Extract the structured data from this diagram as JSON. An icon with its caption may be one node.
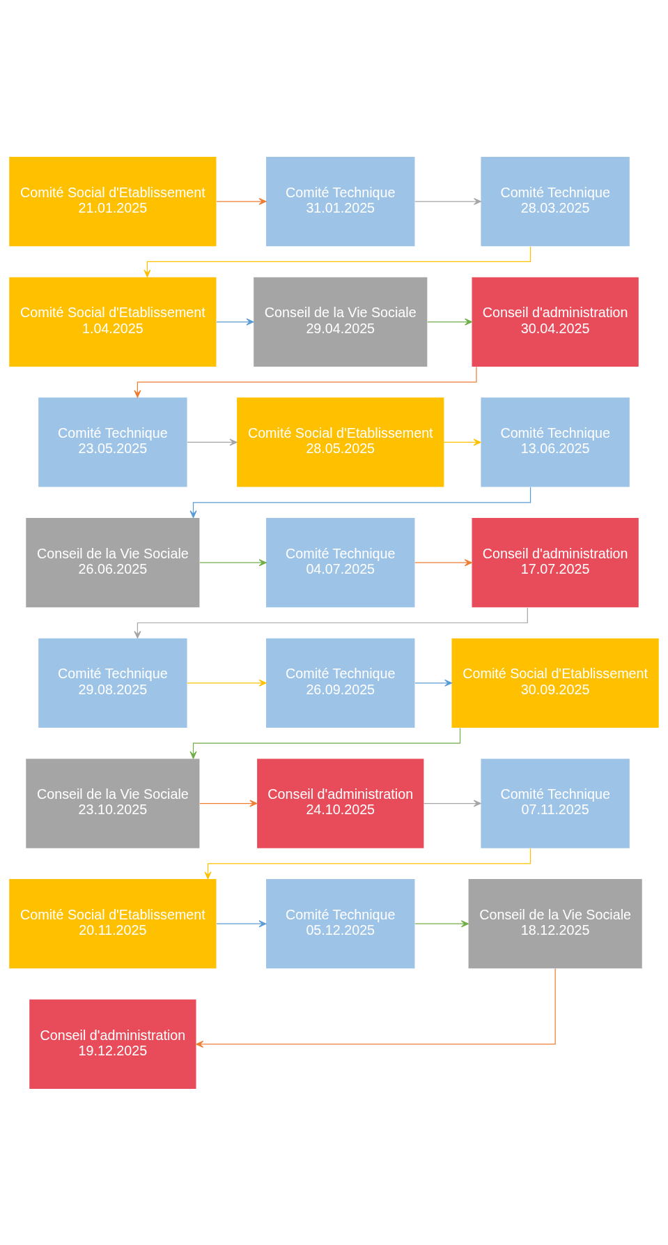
{
  "diagram": {
    "nodes": [
      {
        "text": [
          "Comité Social d'Etablissement",
          "21.01.2025"
        ]
      },
      {
        "text": [
          "Comité Technique",
          "31.01.2025"
        ]
      },
      {
        "text": [
          "Comité Technique",
          "28.03.2025"
        ]
      },
      {
        "text": [
          "Comité Social d'Etablissement",
          "1.04.2025"
        ]
      },
      {
        "text": [
          "Conseil de la Vie Sociale",
          "29.04.2025"
        ]
      },
      {
        "text": [
          "Conseil d'administration",
          "30.04.2025"
        ]
      },
      {
        "text": [
          "Comité Technique",
          "23.05.2025"
        ]
      },
      {
        "text": [
          "Comité Social d'Etablissement",
          "28.05.2025"
        ]
      },
      {
        "text": [
          "Comité Technique",
          "13.06.2025"
        ]
      },
      {
        "text": [
          "Conseil de la Vie Sociale",
          "26.06.2025"
        ]
      },
      {
        "text": [
          "Comité Technique",
          "04.07.2025"
        ]
      },
      {
        "text": [
          "Conseil d'administration",
          "17.07.2025"
        ]
      },
      {
        "text": [
          "Comité Technique",
          "29.08.2025"
        ]
      },
      {
        "text": [
          "Comité Technique",
          "26.09.2025"
        ]
      },
      {
        "text": [
          "Comité Social d'Etablissement",
          "30.09.2025"
        ]
      },
      {
        "text": [
          "Conseil de la Vie Sociale",
          "23.10.2025"
        ]
      },
      {
        "text": [
          "Conseil d'administration",
          "24.10.2025"
        ]
      },
      {
        "text": [
          "Comité Technique",
          "07.11.2025"
        ]
      },
      {
        "text": [
          "Comité Social d'Etablissement",
          "20.11.2025"
        ]
      },
      {
        "text": [
          "Comité Technique",
          "05.12.2025"
        ]
      },
      {
        "text": [
          "Conseil de la Vie Sociale",
          "18.12.2025"
        ]
      },
      {
        "text": [
          "Conseil d'administration",
          "19.12.2025"
        ]
      }
    ],
    "edges": [
      {
        "from": 0,
        "to": 1,
        "arrow": "to",
        "color": "#ed7d31"
      },
      {
        "from": 1,
        "to": 2,
        "arrow": "to",
        "color": "#a5a5a5"
      },
      {
        "from": 2,
        "to": 3,
        "arrow": "to",
        "color": "#ffc000"
      },
      {
        "from": 3,
        "to": 4,
        "arrow": "to",
        "color": "#5b9bd5"
      },
      {
        "from": 4,
        "to": 5,
        "arrow": "to",
        "color": "#70ad47"
      },
      {
        "from": 5,
        "to": 6,
        "arrow": "to",
        "color": "#ed7d31"
      },
      {
        "from": 6,
        "to": 7,
        "arrow": "to",
        "color": "#a5a5a5"
      },
      {
        "from": 7,
        "to": 8,
        "arrow": "to",
        "color": "#ffc000"
      },
      {
        "from": 8,
        "to": 9,
        "arrow": "to",
        "color": "#5b9bd5"
      },
      {
        "from": 9,
        "to": 10,
        "arrow": "to",
        "color": "#70ad47"
      },
      {
        "from": 10,
        "to": 11,
        "arrow": "to",
        "color": "#ed7d31"
      },
      {
        "from": 11,
        "to": 12,
        "arrow": "to",
        "color": "#a5a5a5"
      },
      {
        "from": 12,
        "to": 13,
        "arrow": "to",
        "color": "#ffc000"
      },
      {
        "from": 13,
        "to": 14,
        "arrow": "to",
        "color": "#5b9bd5"
      },
      {
        "from": 14,
        "to": 15,
        "arrow": "to",
        "color": "#70ad47"
      },
      {
        "from": 15,
        "to": 16,
        "arrow": "to",
        "color": "#ed7d31"
      },
      {
        "from": 16,
        "to": 17,
        "arrow": "to",
        "color": "#a5a5a5"
      },
      {
        "from": 17,
        "to": 18,
        "arrow": "to",
        "color": "#ffc000"
      },
      {
        "from": 18,
        "to": 19,
        "arrow": "to",
        "color": "#5b9bd5"
      },
      {
        "from": 19,
        "to": 20,
        "arrow": "to",
        "color": "#70ad47"
      },
      {
        "from": 20,
        "to": 21,
        "arrow": "to",
        "color": "#ed7d31"
      }
    ]
  }
}
